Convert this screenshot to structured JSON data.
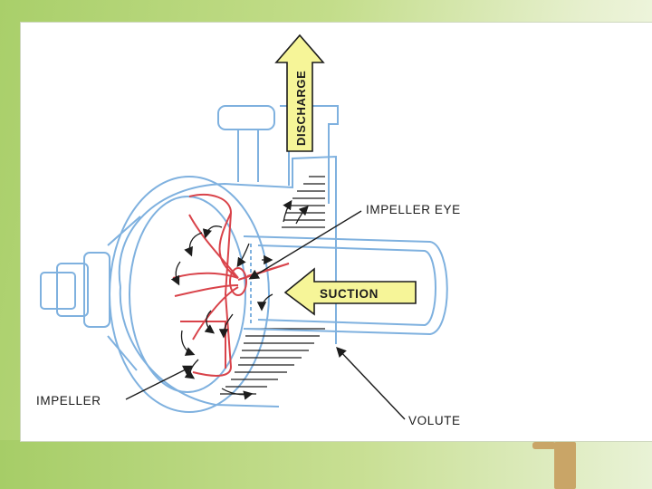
{
  "diagram": {
    "labels": {
      "discharge": "DISCHARGE",
      "suction": "SUCTION",
      "impeller_eye": "IMPELLER EYE",
      "impeller": "IMPELLER",
      "volute": "VOLUTE"
    },
    "colors": {
      "casing_outline": "#7fb1df",
      "impeller_outline": "#d9434a",
      "arrow_fill": "#f6f598",
      "text": "#1c1c1c",
      "background_green": "#a9cf6a"
    }
  }
}
